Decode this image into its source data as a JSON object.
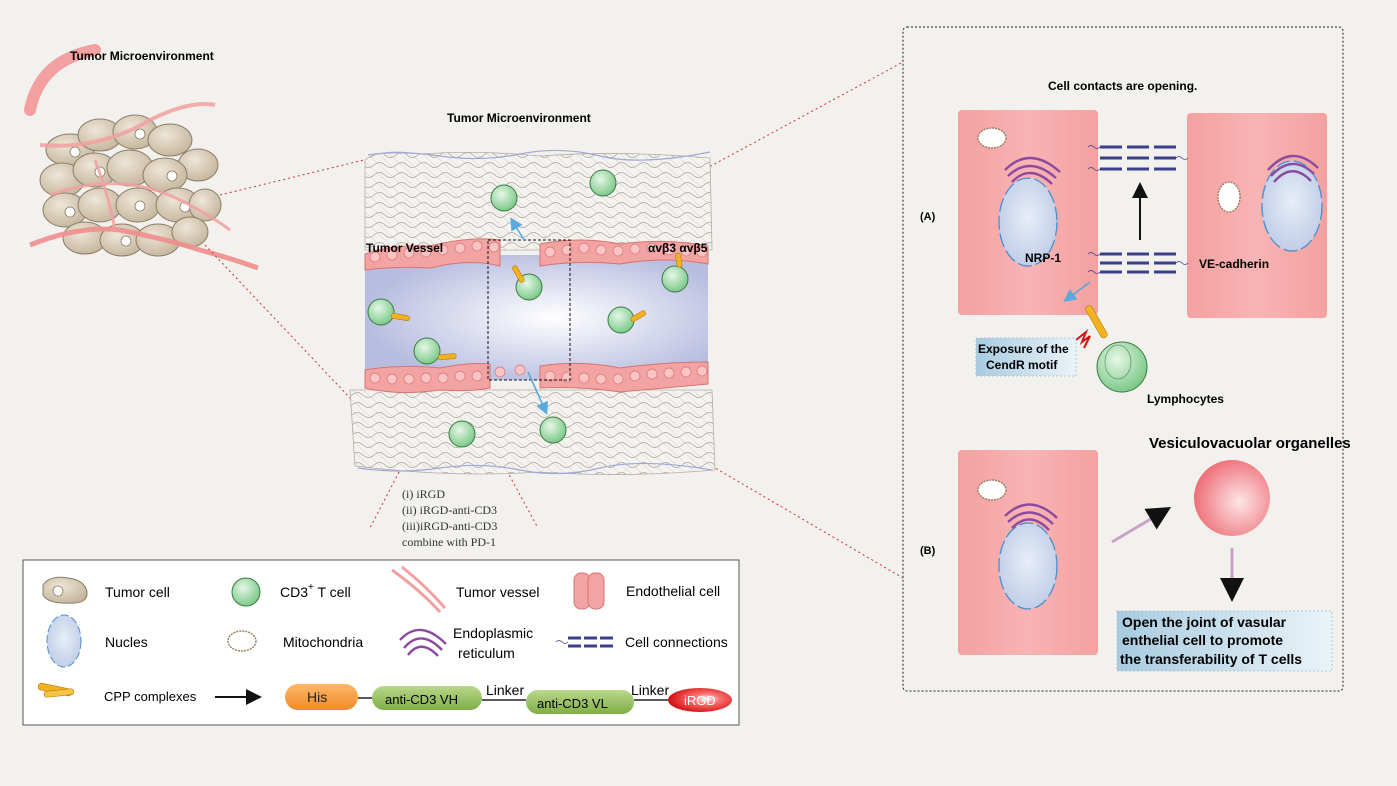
{
  "labels": {
    "tme_left": "Tumor Microenvironment",
    "tme_center": "Tumor Microenvironment",
    "tumor_vessel": "Tumor Vessel",
    "integrins": "αvβ3 αvβ5",
    "cell_contacts": "Cell contacts are opening.",
    "panel_a": "(A)",
    "panel_b": "(B)",
    "nrp1": "NRP-1",
    "ve_cadherin": "VE-cadherin",
    "cendr_line1": "Exposure of the",
    "cendr_line2": "CendR motif",
    "lymphocytes": "Lymphocytes",
    "vesiculo": "Vesiculovacuolar organelles",
    "open_line1": "Open the joint of vasular",
    "open_line2": "enthelial cell to promote",
    "open_line3": "the transferability of T cells"
  },
  "treatments": [
    "(i)  iRGD",
    "(ii) iRGD-anti-CD3",
    "(iii)iRGD-anti-CD3",
    "combine with PD-1"
  ],
  "legend": {
    "tumor_cell": "Tumor cell",
    "cd3_prefix": "CD3",
    "cd3_sup": "+",
    "cd3_suffix": " T cell",
    "tumor_vessel": "Tumor vessel",
    "endothelial": "Endothelial cell",
    "nucles": "Nucles",
    "mitochondria": "Mitochondria",
    "er_line1": "Endoplasmic",
    "er_line2": "reticulum",
    "connections": "Cell connections",
    "cpp": "CPP complexes",
    "his": "His",
    "vh": "anti-CD3 VH",
    "linker1": "Linker",
    "vl": "anti-CD3 VL",
    "linker2": "Linker",
    "irgd": "iRGD"
  },
  "colors": {
    "background": "#f2f1ee",
    "cell_pink": "#f6a2a2",
    "vessel_blue": "#c4c8e6",
    "tcell_green": "#9ad8a0",
    "arrow_blue": "#5aa9dc",
    "cadherin_navy": "#3b3f8c",
    "er_purple": "#8b4aa0"
  }
}
